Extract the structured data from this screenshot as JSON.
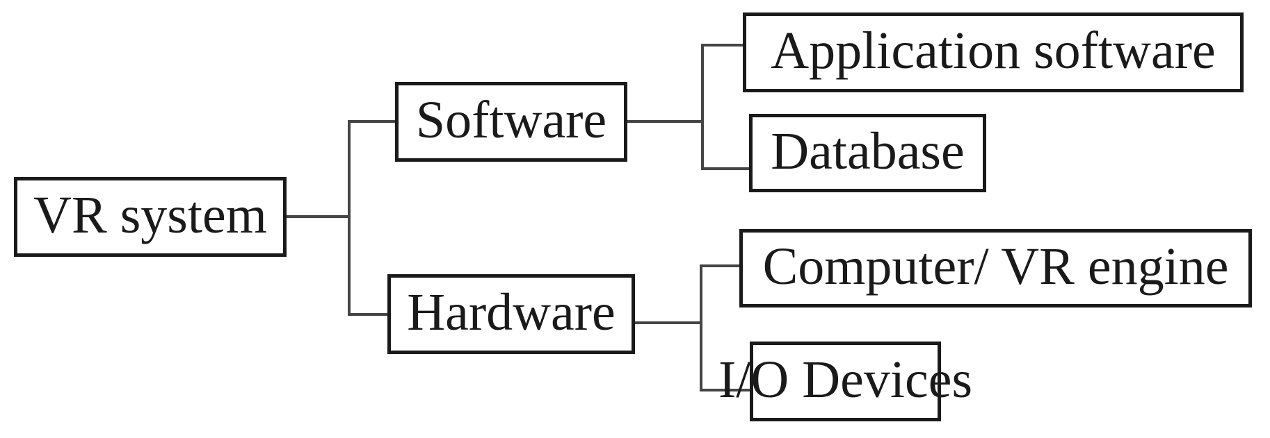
{
  "diagram": {
    "type": "tree",
    "orientation": "left-to-right",
    "nodes": {
      "vr_system": {
        "label": "VR system"
      },
      "software": {
        "label": "Software"
      },
      "hardware": {
        "label": "Hardware"
      },
      "application_software": {
        "label": "Application software"
      },
      "database": {
        "label": "Database"
      },
      "computer_vr_engine": {
        "label": "Computer/ VR engine"
      },
      "io_devices": {
        "label": "I/O Devices"
      }
    },
    "edges": [
      {
        "from": "vr_system",
        "to": "software"
      },
      {
        "from": "vr_system",
        "to": "hardware"
      },
      {
        "from": "software",
        "to": "application_software"
      },
      {
        "from": "software",
        "to": "database"
      },
      {
        "from": "hardware",
        "to": "computer_vr_engine"
      },
      {
        "from": "hardware",
        "to": "io_devices"
      }
    ],
    "colors": {
      "background": "#ffffff",
      "box_border": "#1a1a1a",
      "text": "#1a1a1a",
      "connector": "#454545"
    }
  }
}
